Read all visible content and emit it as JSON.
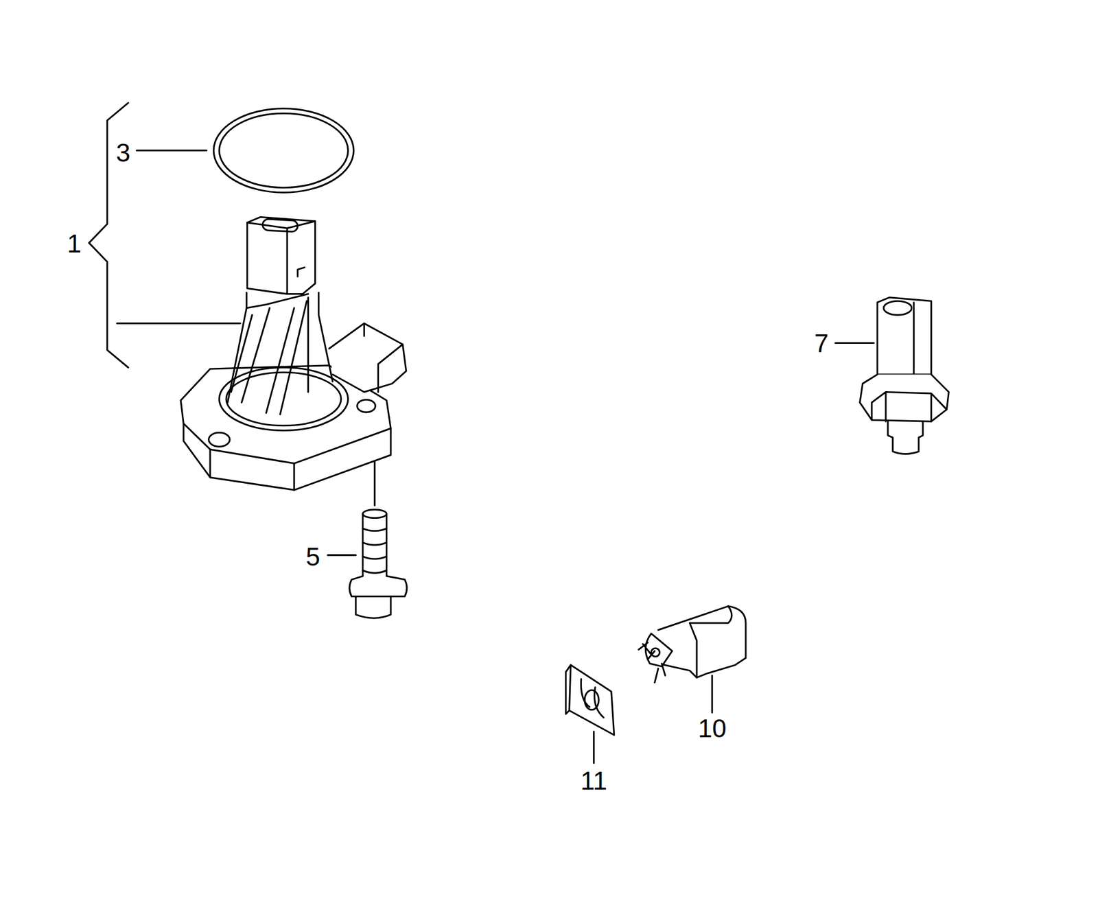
{
  "diagram": {
    "labels": [
      "3",
      "1",
      "7",
      "5",
      "10",
      "11"
    ]
  }
}
